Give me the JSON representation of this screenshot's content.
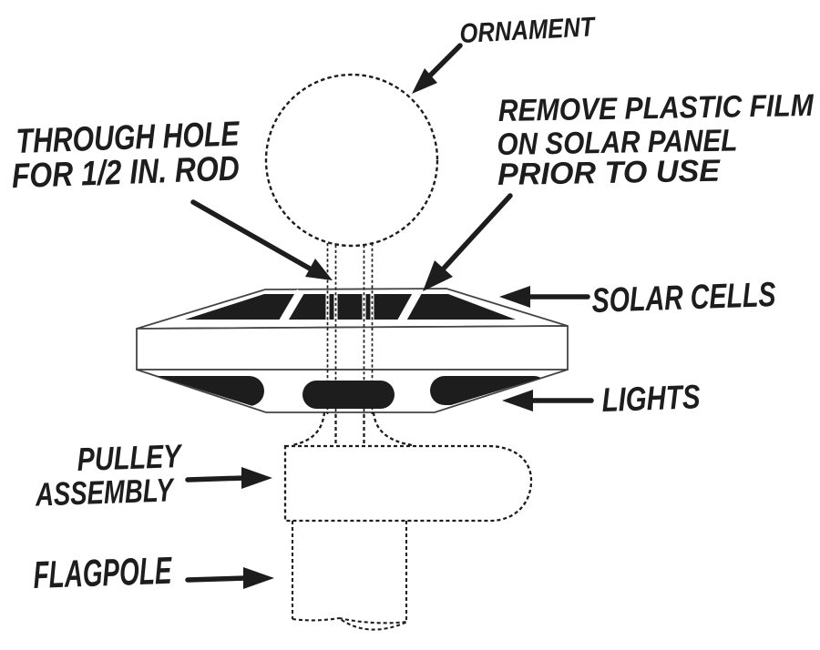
{
  "diagram": {
    "labels": {
      "ornament": {
        "text": "ORNAMENT"
      },
      "through_hole": {
        "line1": "THROUGH HOLE",
        "line2": "FOR 1/2 IN. ROD"
      },
      "remove_film": {
        "line1": "REMOVE PLASTIC FILM",
        "line2": "ON SOLAR PANEL",
        "line3": "PRIOR TO USE"
      },
      "solar_cells": {
        "text": "SOLAR CELLS"
      },
      "lights": {
        "text": "LIGHTS"
      },
      "pulley": {
        "line1": "PULLEY",
        "line2": "ASSEMBLY"
      },
      "flagpole": {
        "text": "FLAGPOLE"
      }
    },
    "colors": {
      "ink": "#1d1d1d",
      "outline": "#444444",
      "background": "#ffffff"
    }
  }
}
